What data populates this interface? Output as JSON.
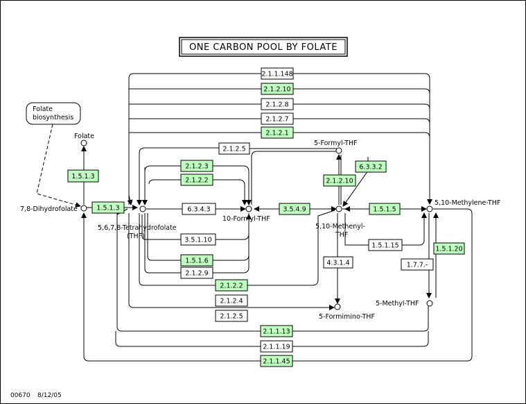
{
  "title": "ONE CARBON POOL BY FOLATE",
  "footer": {
    "map_id": "00670",
    "date": "8/12/05"
  },
  "pathway_link": {
    "line1": "Folate",
    "line2": "biosynthesis"
  },
  "compounds": {
    "folate": "Folate",
    "dihydrofolate": "7,8-Dihydrofolate",
    "thf_line1": "5,6,7,8-Tetrahydrofolate",
    "thf_line2": "(THF)",
    "formyl10": "10-Formyl-THF",
    "formyl5": "5-Formyl-THF",
    "methenyl_line1": "5,10-Methenyl-",
    "methenyl_line2": "THF",
    "methylene": "5,10-Methylene-THF",
    "methyl": "5-Methyl-THF",
    "formimino": "5-Formimino-THF"
  },
  "colors": {
    "enzyme_present": "#bfffbf",
    "enzyme_absent": "#ffffff"
  },
  "enzymes": [
    {
      "id": "e1",
      "label": "2.1.1.148",
      "present": false
    },
    {
      "id": "e2",
      "label": "2.1.2.10",
      "present": true
    },
    {
      "id": "e3",
      "label": "2.1.2.8",
      "present": false
    },
    {
      "id": "e4",
      "label": "2.1.2.7",
      "present": false
    },
    {
      "id": "e5",
      "label": "2.1.2.1",
      "present": true
    },
    {
      "id": "e6",
      "label": "2.1.2.5",
      "present": false
    },
    {
      "id": "e7",
      "label": "2.1.2.3",
      "present": true
    },
    {
      "id": "e8",
      "label": "2.1.2.2",
      "present": true
    },
    {
      "id": "e9",
      "label": "1.5.1.3",
      "present": true
    },
    {
      "id": "e10",
      "label": "1.5.1.3",
      "present": true
    },
    {
      "id": "e11",
      "label": "6.3.4.3",
      "present": false
    },
    {
      "id": "e12",
      "label": "3.5.4.9",
      "present": true
    },
    {
      "id": "e13",
      "label": "1.5.1.5",
      "present": true
    },
    {
      "id": "e14",
      "label": "6.3.3.2",
      "present": true
    },
    {
      "id": "e15",
      "label": "2.1.2.10",
      "present": true
    },
    {
      "id": "e16",
      "label": "3.5.1.10",
      "present": false
    },
    {
      "id": "e17",
      "label": "1.5.1.6",
      "present": true
    },
    {
      "id": "e18",
      "label": "2.1.2.9",
      "present": false
    },
    {
      "id": "e19",
      "label": "2.1.2.2",
      "present": true
    },
    {
      "id": "e20",
      "label": "2.1.2.4",
      "present": false
    },
    {
      "id": "e21",
      "label": "2.1.2.5",
      "present": false
    },
    {
      "id": "e22",
      "label": "1.5.1.15",
      "present": false
    },
    {
      "id": "e23",
      "label": "4.3.1.4",
      "present": false
    },
    {
      "id": "e24",
      "label": "1.7.7.-",
      "present": false
    },
    {
      "id": "e25",
      "label": "1.5.1.20",
      "present": true
    },
    {
      "id": "e26",
      "label": "2.1.1.13",
      "present": true
    },
    {
      "id": "e27",
      "label": "2.1.1.19",
      "present": false
    },
    {
      "id": "e28",
      "label": "2.1.1.45",
      "present": true
    }
  ]
}
